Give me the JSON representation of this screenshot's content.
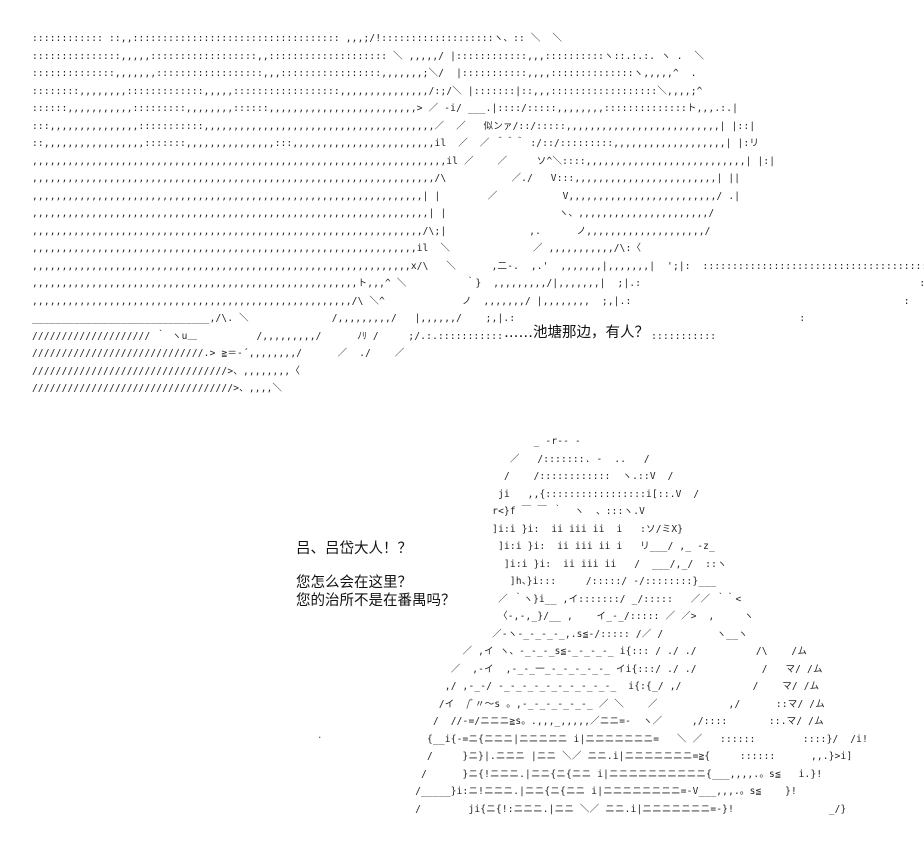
{
  "panels": {
    "top": {
      "speech": "……池塘那边，有人？"
    },
    "bottom": {
      "speech_lines": [
        "吕、吕岱大人！？",
        "",
        "您怎么会在这里？",
        "您的治所不是在番禺吗？"
      ]
    }
  }
}
